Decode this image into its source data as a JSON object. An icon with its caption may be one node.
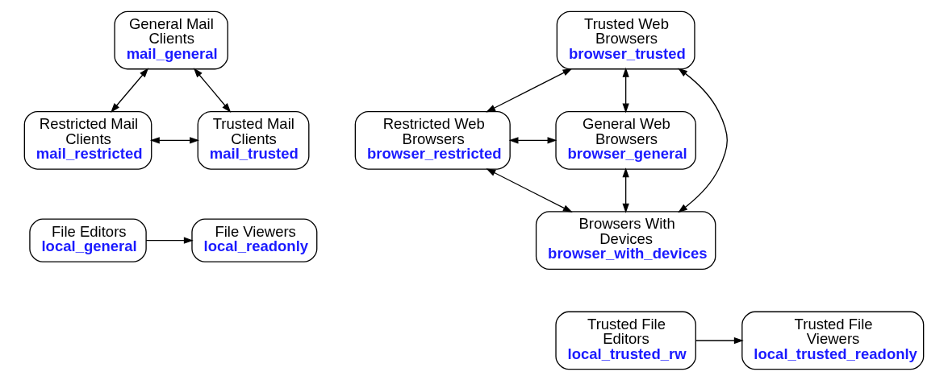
{
  "diagram": {
    "nodes": [
      {
        "text": [
          "General Mail Clients",
          "mail_general"
        ]
      },
      {
        "text": [
          "Restricted Mail Clients",
          "mail_restricted"
        ]
      },
      {
        "text": [
          "Trusted Mail Clients",
          "mail_trusted"
        ]
      },
      {
        "text": [
          "Trusted Web Browsers",
          "browser_trusted"
        ]
      },
      {
        "text": [
          "Restricted Web Browsers",
          "browser_restricted"
        ]
      },
      {
        "text": [
          "General Web Browsers",
          "browser_general"
        ]
      },
      {
        "text": [
          "Browsers With Devices",
          "browser_with_devices"
        ]
      },
      {
        "text": [
          "File Editors",
          "local_general"
        ]
      },
      {
        "text": [
          "File Viewers",
          "local_readonly"
        ]
      },
      {
        "text": [
          "Trusted File Editors",
          "local_trusted_rw"
        ]
      },
      {
        "text": [
          "Trusted File Viewers",
          "local_trusted_readonly"
        ]
      }
    ],
    "edges": [
      {
        "from": 0,
        "to": 1,
        "arrow": "both"
      },
      {
        "from": 0,
        "to": 2,
        "arrow": "both"
      },
      {
        "from": 1,
        "to": 2,
        "arrow": "both"
      },
      {
        "from": 3,
        "to": 4,
        "arrow": "both"
      },
      {
        "from": 3,
        "to": 5,
        "arrow": "both"
      },
      {
        "from": 4,
        "to": 5,
        "arrow": "both"
      },
      {
        "from": 3,
        "to": 6,
        "arrow": "both"
      },
      {
        "from": 4,
        "to": 6,
        "arrow": "both"
      },
      {
        "from": 5,
        "to": 6,
        "arrow": "both"
      },
      {
        "from": 7,
        "to": 8,
        "arrow": "to"
      },
      {
        "from": 9,
        "to": 10,
        "arrow": "to"
      }
    ]
  }
}
